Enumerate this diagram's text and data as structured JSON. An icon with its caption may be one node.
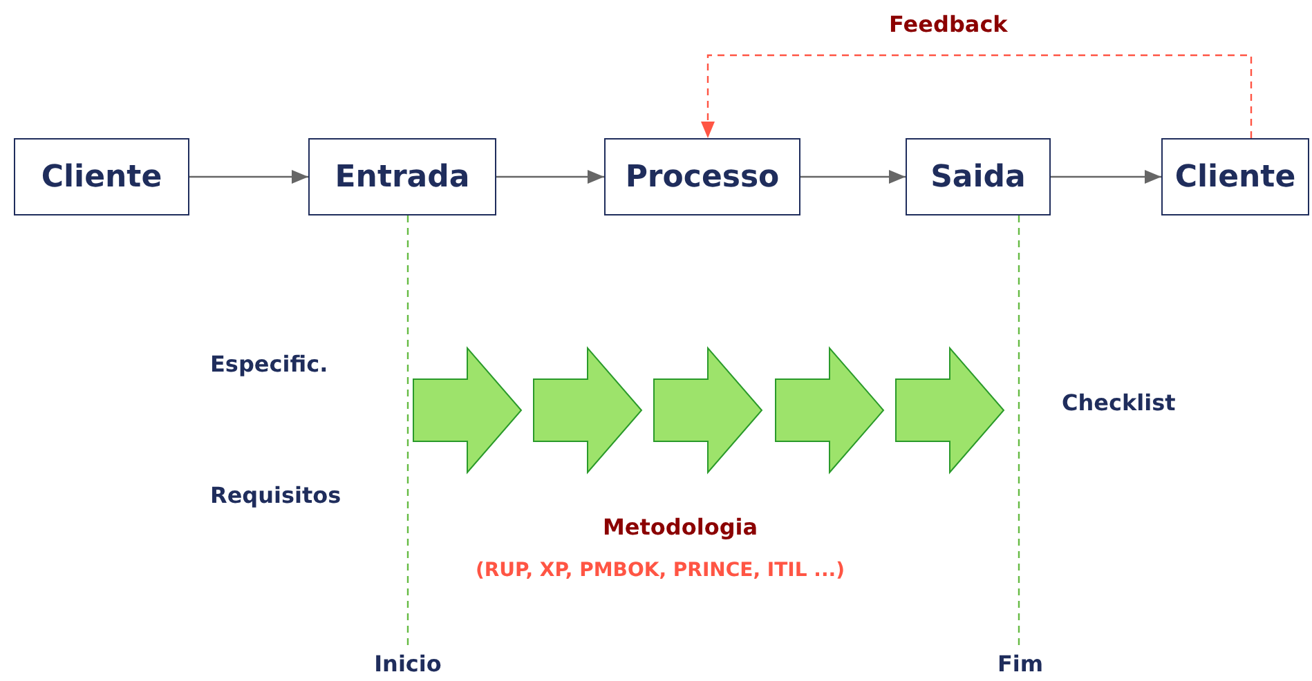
{
  "diagram": {
    "nodes": [
      {
        "text": [
          "Cliente"
        ]
      },
      {
        "text": [
          "Entrada"
        ]
      },
      {
        "text": [
          "Processo"
        ]
      },
      {
        "text": [
          "Saida"
        ]
      },
      {
        "text": [
          "Cliente"
        ]
      },
      {
        "text": [
          "Inicio"
        ]
      },
      {
        "text": [
          "Fim"
        ]
      }
    ],
    "edges": [
      {
        "from": 0,
        "to": 1,
        "arrow": "to"
      },
      {
        "from": 1,
        "to": 2,
        "arrow": "to"
      },
      {
        "from": 2,
        "to": 3,
        "arrow": "to"
      },
      {
        "from": 3,
        "to": 4,
        "arrow": "to"
      },
      {
        "from": 4,
        "to": 2,
        "arrow": "to",
        "label": "Feedback",
        "style": "dashed",
        "color": "#ff5544"
      },
      {
        "from": 1,
        "to": 5,
        "arrow": "none",
        "style": "dashed",
        "color": "#66bb44"
      },
      {
        "from": 3,
        "to": 6,
        "arrow": "none",
        "style": "dashed",
        "color": "#66bb44"
      }
    ],
    "labels": [
      "Especific.",
      "Requisitos",
      "Checklist",
      "Metodologia",
      "(RUP, XP, PMBOK, PRINCE, ITIL ...)"
    ]
  }
}
